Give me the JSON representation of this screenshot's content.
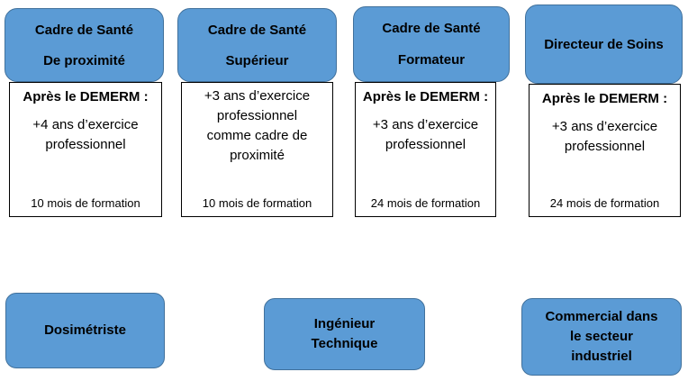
{
  "columns": [
    {
      "header_line1": "Cadre de Santé",
      "header_line2": "De proximité",
      "lead": "Après le DEMERM :",
      "body": "+4 ans d’exercice professionnel",
      "duration": "10 mois de formation"
    },
    {
      "header_line1": "Cadre de Santé",
      "header_line2": "Supérieur",
      "lead": "",
      "body": "+3 ans d’exercice professionnel comme cadre de proximité",
      "duration": "10 mois de formation"
    },
    {
      "header_line1": "Cadre de Santé",
      "header_line2": "Formateur",
      "lead": "Après le DEMERM :",
      "body": "+3 ans d’exercice professionnel",
      "duration": "24 mois de formation"
    },
    {
      "header_line1": "Directeur de Soins",
      "lead": "Après le DEMERM :",
      "body": "+3 ans d’exercice professionnel",
      "duration": "24 mois de formation"
    }
  ],
  "bottom": [
    {
      "label": "Dosimétriste"
    },
    {
      "label": "Ingénieur Technique"
    },
    {
      "label": "Commercial dans le secteur industriel"
    }
  ],
  "colors": {
    "node_fill": "#5b9bd5",
    "node_border": "#41719c",
    "box_border": "#000000"
  }
}
